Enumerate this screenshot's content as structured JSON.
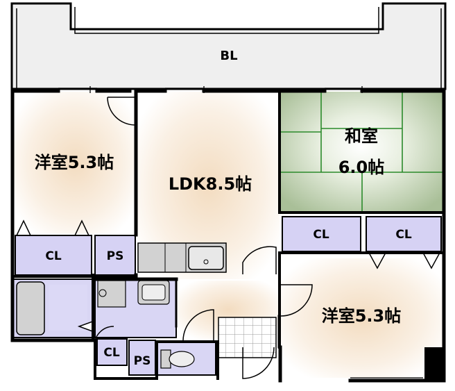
{
  "balcony": {
    "label": "BL"
  },
  "rooms": {
    "western_room_left": {
      "label": "洋室5.3帖"
    },
    "ldk": {
      "label": "LDK8.5帖"
    },
    "japanese_room": {
      "label_line1": "和室",
      "label_line2": "6.0帖"
    },
    "western_room_right": {
      "label": "洋室5.3帖"
    }
  },
  "storage": {
    "cl_left": "CL",
    "ps_left": "PS",
    "cl_japanese_1": "CL",
    "cl_japanese_2": "CL",
    "cl_bottom": "CL",
    "ps_bottom": "PS"
  },
  "colors": {
    "wall": "#000000",
    "balcony_fill": "#efefef",
    "room_glow": "#f5e4cf",
    "tatami_glow": "#cfdcc4",
    "storage_fill": "#d6d2f4",
    "wet_area_fill": "#d9d6f4",
    "fixture_fill": "#d2d2d2"
  }
}
